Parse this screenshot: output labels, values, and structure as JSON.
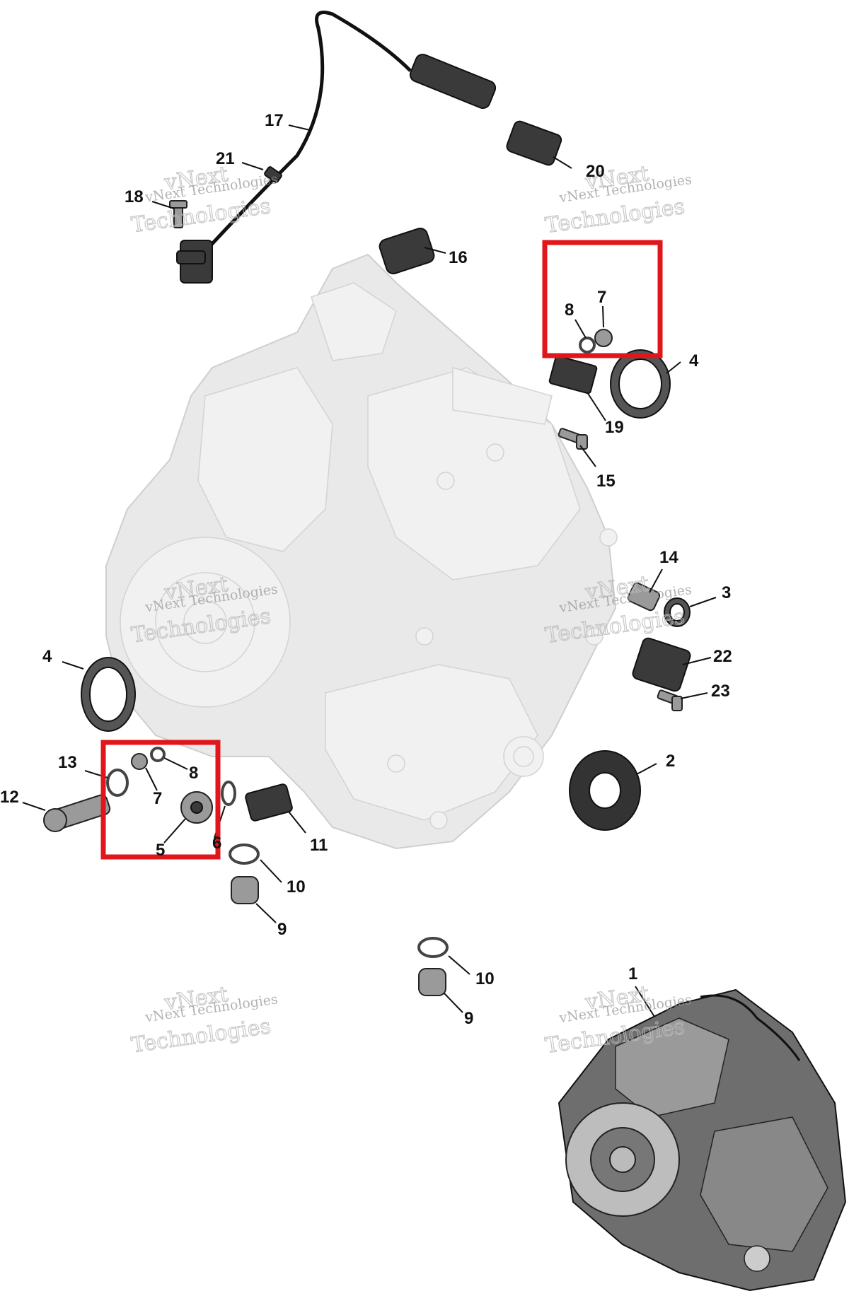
{
  "callouts": [
    {
      "id": "c17",
      "text": "17"
    },
    {
      "id": "c21",
      "text": "21"
    },
    {
      "id": "c18",
      "text": "18"
    },
    {
      "id": "c20",
      "text": "20"
    },
    {
      "id": "c16",
      "text": "16"
    },
    {
      "id": "c7a",
      "text": "7"
    },
    {
      "id": "c8a",
      "text": "8"
    },
    {
      "id": "c4a",
      "text": "4"
    },
    {
      "id": "c19",
      "text": "19"
    },
    {
      "id": "c15",
      "text": "15"
    },
    {
      "id": "c14",
      "text": "14"
    },
    {
      "id": "c3",
      "text": "3"
    },
    {
      "id": "c22",
      "text": "22"
    },
    {
      "id": "c23",
      "text": "23"
    },
    {
      "id": "c4b",
      "text": "4"
    },
    {
      "id": "c2",
      "text": "2"
    },
    {
      "id": "c13",
      "text": "13"
    },
    {
      "id": "c8b",
      "text": "8"
    },
    {
      "id": "c7b",
      "text": "7"
    },
    {
      "id": "c12",
      "text": "12"
    },
    {
      "id": "c5",
      "text": "5"
    },
    {
      "id": "c6",
      "text": "6"
    },
    {
      "id": "c11",
      "text": "11"
    },
    {
      "id": "c10a",
      "text": "10"
    },
    {
      "id": "c9a",
      "text": "9"
    },
    {
      "id": "c10b",
      "text": "10"
    },
    {
      "id": "c9b",
      "text": "9"
    },
    {
      "id": "c1",
      "text": "1"
    }
  ],
  "watermark": {
    "line_a": "vNext",
    "line_b": "vNext Technologies",
    "line_c": "Technologies"
  },
  "colors": {
    "highlight": "#e0161b",
    "part_dark": "#3a3a3a",
    "ghost_part": "#e9e9e9"
  }
}
